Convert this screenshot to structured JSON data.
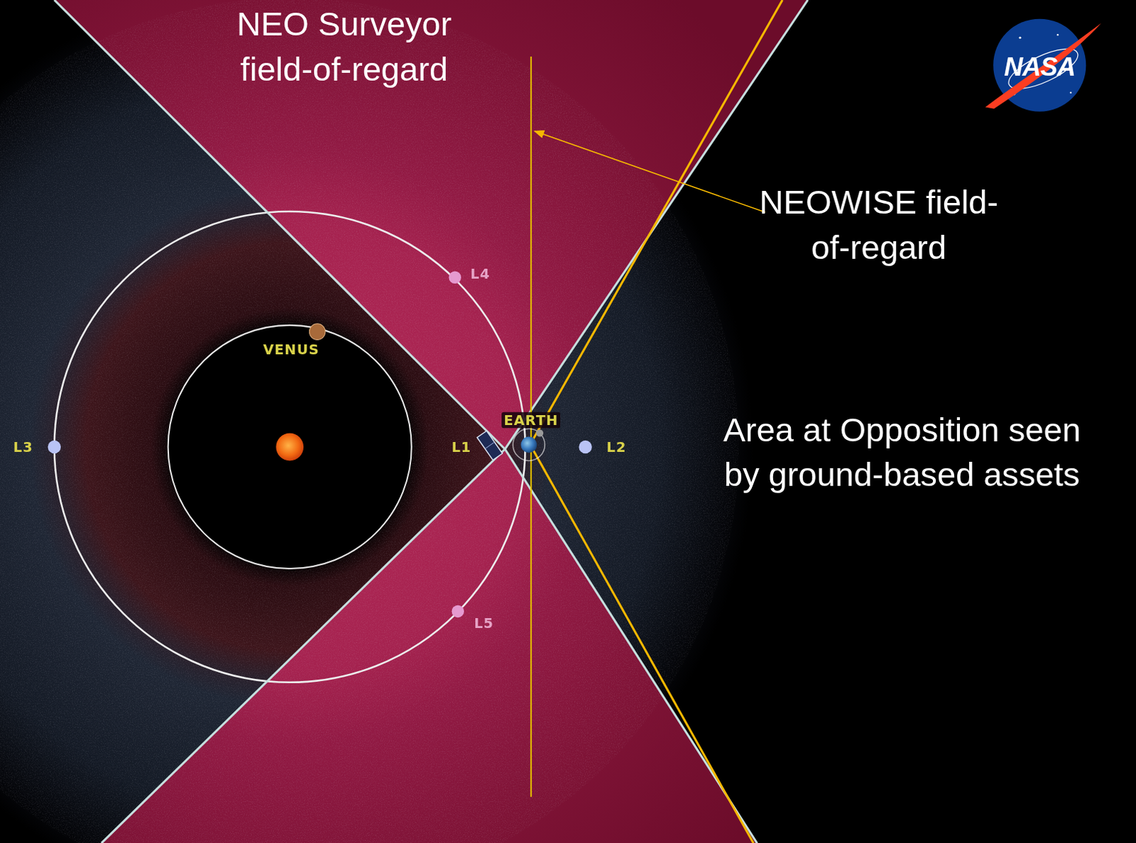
{
  "diagram": {
    "labels": [
      "NEO Surveyor field-of-regard",
      "NEOWISE field-of-regard",
      "Area at Opposition seen by ground-based assets",
      "VENUS",
      "EARTH",
      "L1",
      "L2",
      "L3",
      "L4",
      "L5",
      "NASA"
    ]
  }
}
